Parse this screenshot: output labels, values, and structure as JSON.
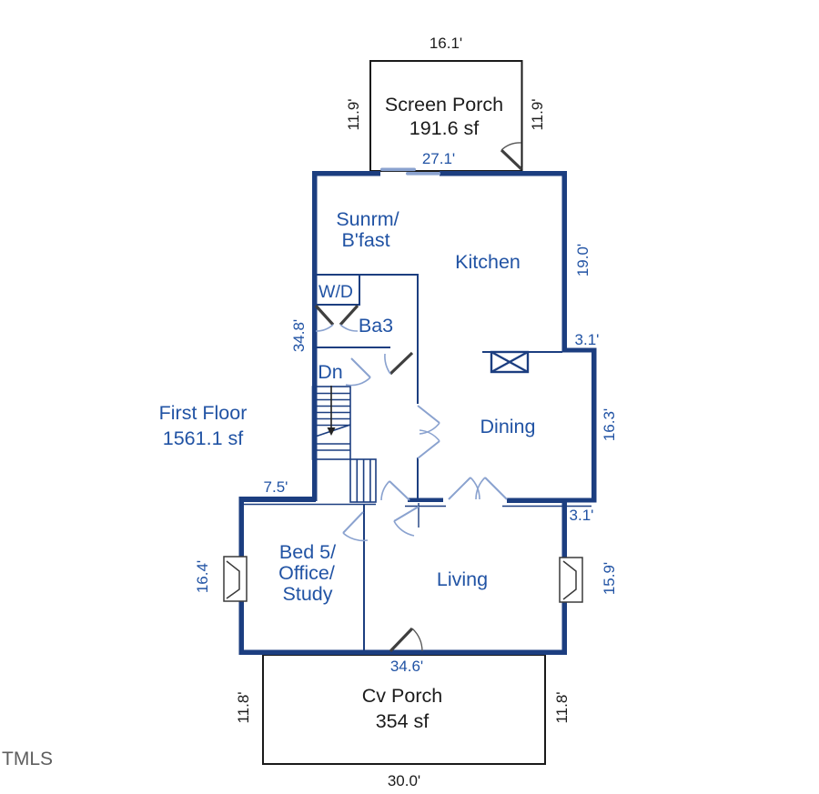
{
  "labels": {
    "screen_porch_name": "Screen Porch",
    "screen_porch_area": "191.6 sf",
    "sunroom_line1": "Sunrm/",
    "sunroom_line2": "B'fast",
    "kitchen": "Kitchen",
    "wd": "W/D",
    "ba3": "Ba3",
    "stairs_dn": "Dn",
    "dining": "Dining",
    "first_floor_line1": "First Floor",
    "first_floor_line2": "1561.1 sf",
    "bed5_line1": "Bed 5/",
    "bed5_line2": "Office/",
    "bed5_line3": "Study",
    "living": "Living",
    "cv_porch_name": "Cv Porch",
    "cv_porch_area": "354 sf",
    "watermark": "TMLS"
  },
  "dimensions": {
    "screen_porch_top": "16.1'",
    "screen_porch_left": "11.9'",
    "screen_porch_right": "11.9'",
    "main_top": "27.1'",
    "kitchen_right": "19.0'",
    "kitchen_jog": "3.1'",
    "dining_right": "16.3'",
    "living_jog": "3.1'",
    "living_right": "15.9'",
    "upper_left": "34.8'",
    "bed5_top": "7.5'",
    "bed5_left": "16.4'",
    "main_bottom": "34.6'",
    "cv_porch_left": "11.8'",
    "cv_porch_right": "11.8'",
    "cv_porch_bottom": "30.0'"
  },
  "colors": {
    "wall": "#1c3e80",
    "text_blue": "#2153a4",
    "text_black": "#1c1c1c",
    "door": "#8aa2cf",
    "porch": "#1a1a1a"
  }
}
